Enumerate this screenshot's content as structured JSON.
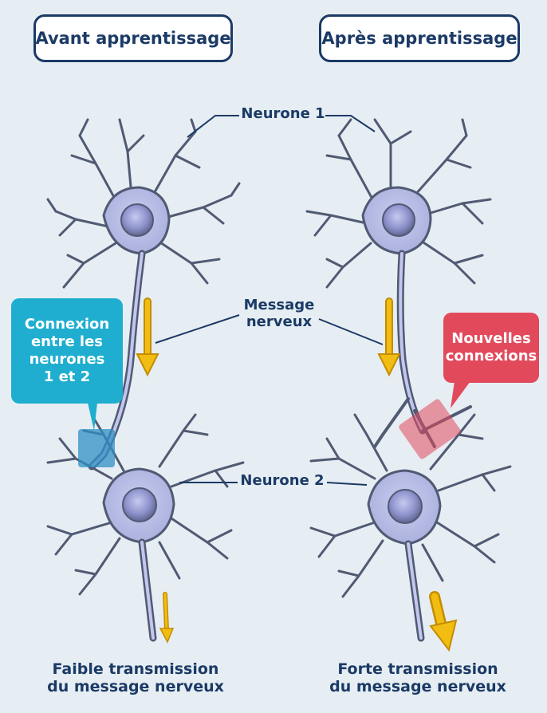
{
  "headers": {
    "left": "Avant apprentissage",
    "right": "Après apprentissage"
  },
  "labels": {
    "neurone1": "Neurone 1",
    "neurone2": "Neurone 2",
    "message_line1": "Message",
    "message_line2": "nerveux"
  },
  "callouts": {
    "connexion": [
      "Connexion",
      "entre les",
      "neurones",
      "1 et 2"
    ],
    "nouvelles": [
      "Nouvelles",
      "connexions"
    ]
  },
  "captions": {
    "left": [
      "Faible transmission",
      "du message nerveux"
    ],
    "right": [
      "Forte transmission",
      "du message nerveux"
    ]
  },
  "colors": {
    "background": "#e6eef3",
    "neuron": "#b9bde6",
    "neuron_outline": "#505a73",
    "nucleus": "#8c90c8",
    "arrow": "#f2bd12",
    "text": "#1b3a66",
    "callout_blue": "#1faed0",
    "callout_red": "#e24a5c"
  }
}
